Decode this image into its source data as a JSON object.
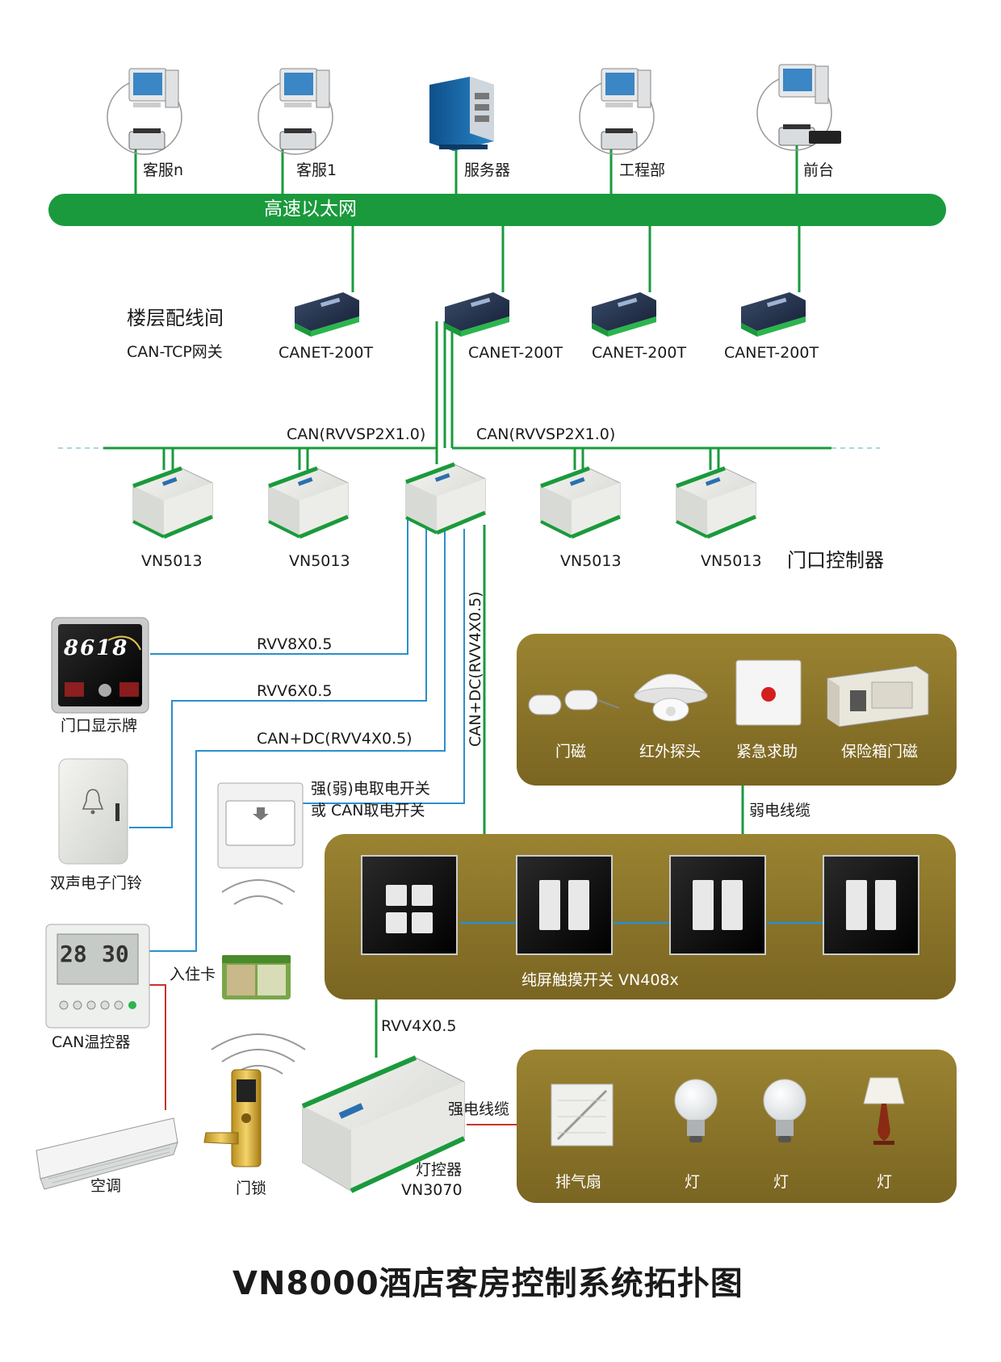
{
  "title": "VN8000酒店客房控制系统拓扑图",
  "colors": {
    "green": "#1a9a3c",
    "blue": "#2b8fcc",
    "red": "#c8342a",
    "panel": "#86712a"
  },
  "ethernet": {
    "label": "高速以太网"
  },
  "workstations": [
    {
      "label": "客服n",
      "icon": "pc-printer-icon"
    },
    {
      "label": "客服1",
      "icon": "pc-printer-icon"
    },
    {
      "label": "服务器",
      "icon": "server-icon"
    },
    {
      "label": "工程部",
      "icon": "pc-printer-icon"
    },
    {
      "label": "前台",
      "icon": "pc-printer-icon"
    }
  ],
  "floor_room": {
    "title": "楼层配线间",
    "subtitle": "CAN-TCP网关"
  },
  "gateways": [
    "CANET-200T",
    "CANET-200T",
    "CANET-200T",
    "CANET-200T"
  ],
  "can_bus_labels": [
    "CAN(RVVSP2X1.0)",
    "CAN(RVVSP2X1.0)"
  ],
  "door_controllers": [
    "VN5013",
    "VN5013",
    "VN5013",
    "VN5013"
  ],
  "door_controller_title": "门口控制器",
  "cables": {
    "c1": "RVV8X0.5",
    "c2": "RVV6X0.5",
    "c3": "CAN+DC(RVV4X0.5)",
    "c4": "CAN+DC(RVV4X0.5)",
    "c5": "RVV4X0.5",
    "weak": "弱电线缆",
    "strong": "强电线缆"
  },
  "doorplate": {
    "digits": "8618",
    "label": "门口显示牌"
  },
  "doorbell": {
    "label": "双声电子门铃"
  },
  "power_switch": {
    "line1": "强(弱)电取电开关",
    "line2": "或 CAN取电开关"
  },
  "keycard": {
    "label": "入住卡"
  },
  "thermostat": {
    "label": "CAN温控器",
    "temp1": "28",
    "temp2": "30"
  },
  "aircon": {
    "label": "空调"
  },
  "doorlock": {
    "label": "门锁"
  },
  "sensors": [
    {
      "label": "门磁",
      "icon": "door-magnet-icon"
    },
    {
      "label": "红外探头",
      "icon": "infrared-detector-icon"
    },
    {
      "label": "紧急求助",
      "icon": "emergency-button-icon"
    },
    {
      "label": "保险箱门磁",
      "icon": "safe-box-icon"
    }
  ],
  "touch_switch": {
    "label": "纯屏触摸开关  VN408x"
  },
  "light_controller": {
    "line1": "灯控器",
    "line2": "VN3070"
  },
  "loads": [
    {
      "label": "排气扇",
      "icon": "exhaust-fan-icon"
    },
    {
      "label": "灯",
      "icon": "bulb-icon"
    },
    {
      "label": "灯",
      "icon": "bulb-icon"
    },
    {
      "label": "灯",
      "icon": "table-lamp-icon"
    }
  ]
}
